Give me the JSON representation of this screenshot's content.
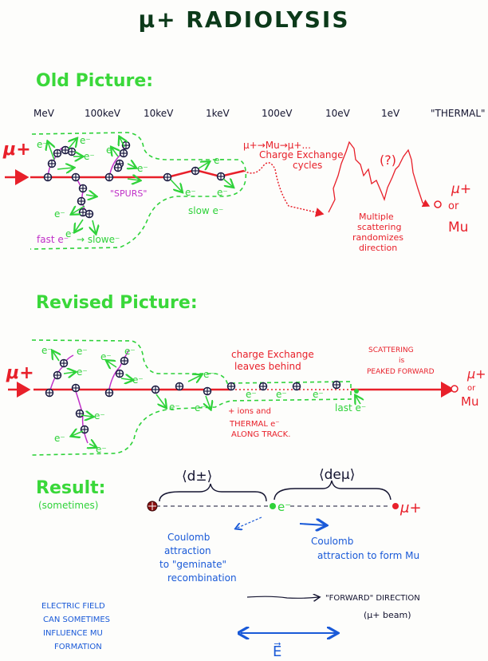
{
  "title": "μ+ RADIOLYSIS",
  "old_picture": {
    "heading": "Old Picture:",
    "energy_scale": [
      "MeV",
      "100keV",
      "10keV",
      "1keV",
      "100eV",
      "10eV",
      "1eV",
      "\"THERMAL\""
    ],
    "muon_label": "μ+",
    "spurs_label": "\"SPURS\"",
    "slow_e_label": "slow e⁻",
    "fast_label": "fast e⁻",
    "to_slow_label": "→ slowe⁻",
    "e_label": "e⁻",
    "charge_exchange": [
      "μ+→Mu→μ+...",
      "Charge Exchange",
      "cycles"
    ],
    "question": "(?)",
    "scattering": [
      "Multiple",
      "scattering",
      "randomizes",
      "direction"
    ],
    "end": [
      "μ+",
      "or",
      "Mu"
    ]
  },
  "revised_picture": {
    "heading": "Revised Picture:",
    "muon_label": "μ+",
    "charge_exchange": [
      "charge Exchange",
      "leaves behind"
    ],
    "scattering": [
      "SCATTERING",
      "is",
      "PEAKED FORWARD"
    ],
    "ions": [
      "+ ions and",
      "THERMAL e⁻",
      "ALONG TRACK."
    ],
    "last_e": "last e⁻",
    "e_label": "e⁻",
    "end": [
      "μ+",
      "or",
      "Mu"
    ]
  },
  "result": {
    "heading": "Result:",
    "sub": "(sometimes)",
    "d_pm": "⟨d±⟩",
    "d_emu": "⟨deμ⟩",
    "electron": "e⁻",
    "muon": "μ+",
    "geminate": [
      "Coulomb",
      "attraction",
      "to \"geminate\"",
      "recombination"
    ],
    "form_mu": [
      "Coulomb",
      "attraction to form Mu"
    ]
  },
  "field": {
    "note": [
      "ELECTRIC FIELD",
      "CAN SOMETIMES",
      "INFLUENCE MU",
      "FORMATION"
    ],
    "forward": "\"FORWARD\" DIRECTION",
    "beam": "(μ+ beam)",
    "e_vector": "E⃗"
  },
  "colors": {
    "red": "#e8202a",
    "green": "#2fd23a",
    "magenta": "#c030c8",
    "blue": "#1a5ad8"
  }
}
